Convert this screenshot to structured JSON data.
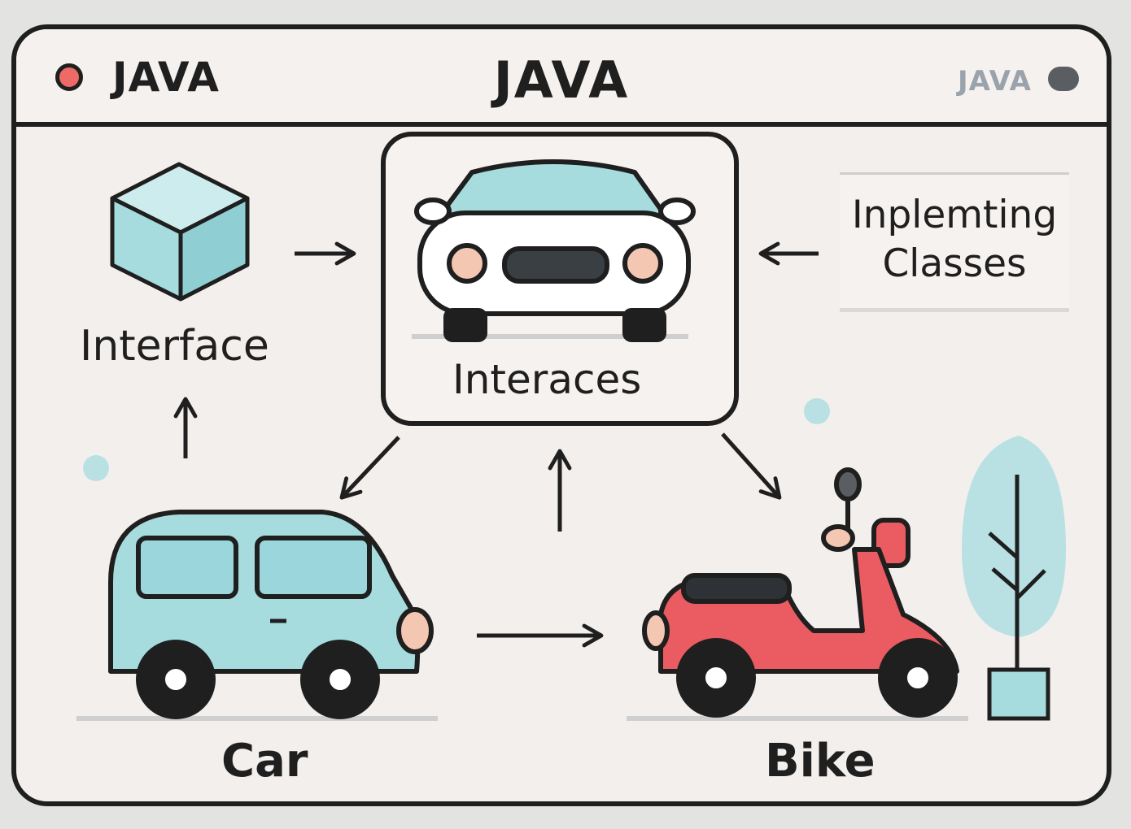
{
  "window": {
    "title_left": "JAVA",
    "title_center": "JAVA",
    "title_right": "JAVA"
  },
  "nodes": {
    "interface_label": "Interface",
    "interfaces_label": "Interaces",
    "implementing_classes": [
      "Inplemting",
      "Classes"
    ],
    "car_label": "Car",
    "bike_label": "Bike"
  },
  "colors": {
    "outline": "#1f1f1f",
    "teal": "#a7dcdf",
    "red": "#ea5c61",
    "close_dot": "#ee6a67",
    "window_bg": "#f3efec"
  },
  "icons": [
    "cube-icon",
    "sports-car-icon",
    "van-car-icon",
    "scooter-icon",
    "tree-icon"
  ]
}
